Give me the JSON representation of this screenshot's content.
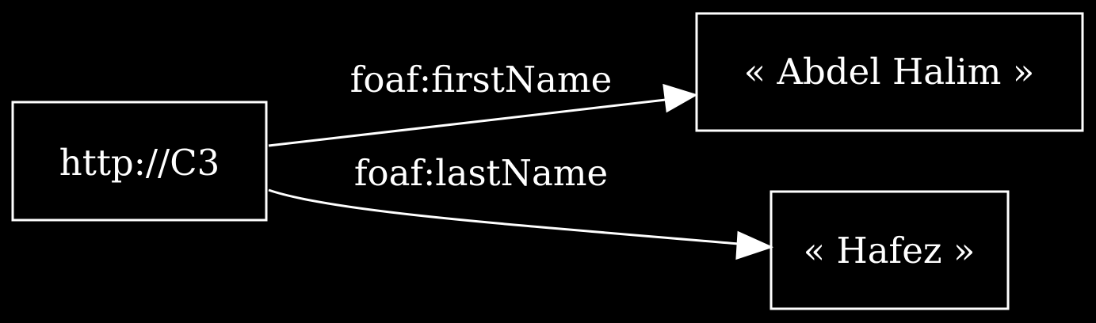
{
  "nodes": {
    "subject": "http://C3",
    "first_name_value": "« Abdel Halim »",
    "last_name_value": "« Hafez »"
  },
  "edges": {
    "first_name": "foaf:firstName",
    "last_name": "foaf:lastName"
  },
  "colors": {
    "background": "#000000",
    "foreground": "#ffffff"
  }
}
